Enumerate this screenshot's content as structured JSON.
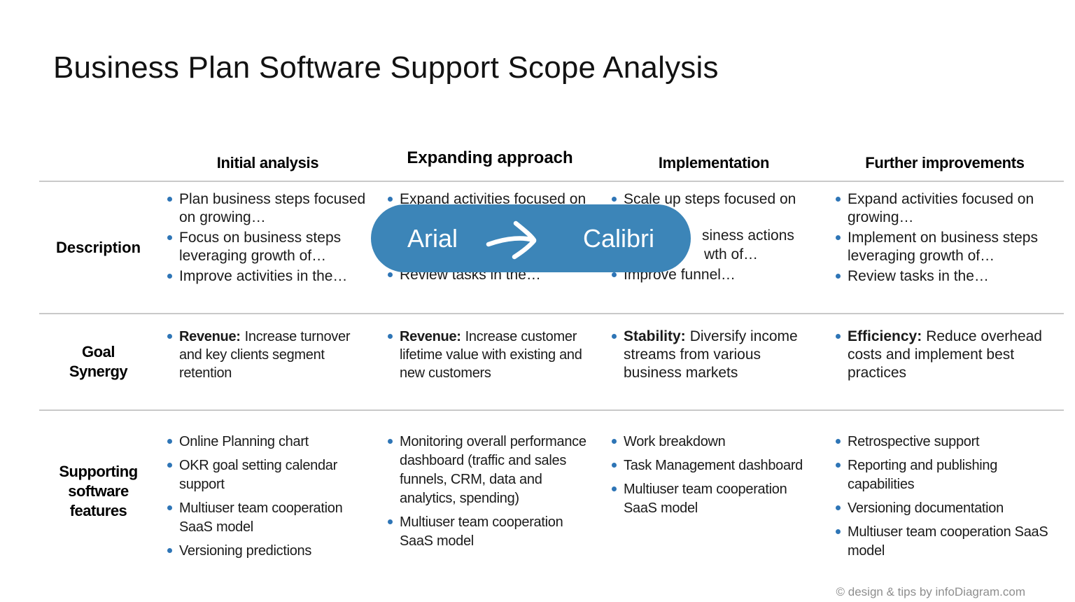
{
  "title": "Business Plan Software Support Scope Analysis",
  "annotation": {
    "label_from": "Arial",
    "label_to": "Calibri"
  },
  "footer": "© design & tips by infoDiagram.com",
  "colors": {
    "pill_background": "#3c85b8",
    "bullet": "#2e75b6",
    "separator_line": "#c9c9c9",
    "footer_text": "#8e8e8e",
    "text": "#1a1a1a"
  },
  "table": {
    "column_headers": [
      "Initial analysis",
      "Expanding approach",
      "Implementation",
      "Further improvements"
    ],
    "rows": [
      {
        "label": "Description",
        "cells": [
          {
            "items": [
              "Plan business steps focused on growing…",
              "Focus on business steps leveraging growth of…",
              "Improve activities in the…"
            ]
          },
          {
            "items": [
              "Expand activities focused on"
            ],
            "bottom_item": "Review tasks in the…"
          },
          {
            "items": [
              "Scale up steps focused on"
            ],
            "fragments": [
              "siness actions",
              "wth of…"
            ],
            "bottom_item": "Improve funnel…"
          },
          {
            "items": [
              "Expand activities focused on growing…",
              "Implement on business steps leveraging growth of…",
              "Review tasks in the…"
            ]
          }
        ]
      },
      {
        "label": "Goal Synergy",
        "cells": [
          {
            "lead": "Revenue:",
            "text": "Increase turnover and key clients segment retention"
          },
          {
            "lead": "Revenue:",
            "text": "Increase customer lifetime value with existing and new customers"
          },
          {
            "lead": "Stability:",
            "text": "Diversify income streams from various business markets"
          },
          {
            "lead": "Efficiency:",
            "text": "Reduce overhead costs and implement best practices"
          }
        ]
      },
      {
        "label": "Supporting software features",
        "cells": [
          {
            "items": [
              "Online Planning chart",
              "OKR goal setting calendar support",
              "Multiuser team cooperation SaaS model",
              "Versioning predictions"
            ]
          },
          {
            "items": [
              "Monitoring overall performance dashboard (traffic and sales funnels, CRM,  data and analytics, spending)",
              "Multiuser team cooperation SaaS model"
            ]
          },
          {
            "items": [
              "Work breakdown",
              "Task Management dashboard",
              "Multiuser team cooperation SaaS model"
            ]
          },
          {
            "items": [
              "Retrospective support",
              "Reporting and publishing capabilities",
              "Versioning documentation",
              "Multiuser team cooperation SaaS model"
            ]
          }
        ]
      }
    ]
  }
}
